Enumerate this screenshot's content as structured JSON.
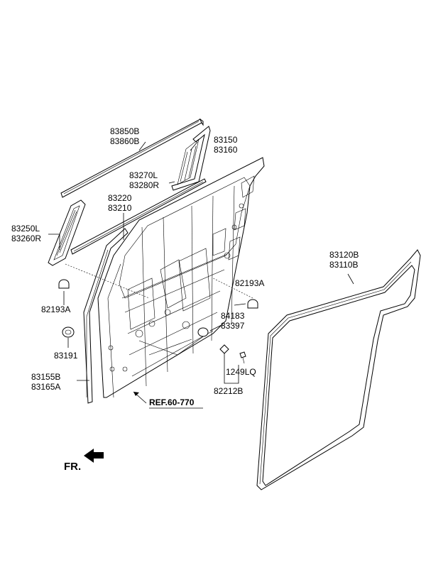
{
  "labels": {
    "p83850b": "83850B",
    "p83860b": "83860B",
    "p83150": "83150",
    "p83160": "83160",
    "p83270l": "83270L",
    "p83280r": "83280R",
    "p83220": "83220",
    "p83210": "83210",
    "p83250l": "83250L",
    "p83260r": "83260R",
    "p82193a_left": "82193A",
    "p82193a_right": "82193A",
    "p84183": "84183",
    "p83397": "83397",
    "p83191": "83191",
    "p83155b": "83155B",
    "p83165a": "83165A",
    "p1249lq": "1249LQ",
    "p82212b": "82212B",
    "p83120b": "83120B",
    "p83110b": "83110B",
    "ref": "REF.60-770",
    "fr": "FR."
  },
  "colors": {
    "line": "#000000",
    "background": "#ffffff"
  },
  "icons": {
    "direction": "arrow-left-icon"
  }
}
